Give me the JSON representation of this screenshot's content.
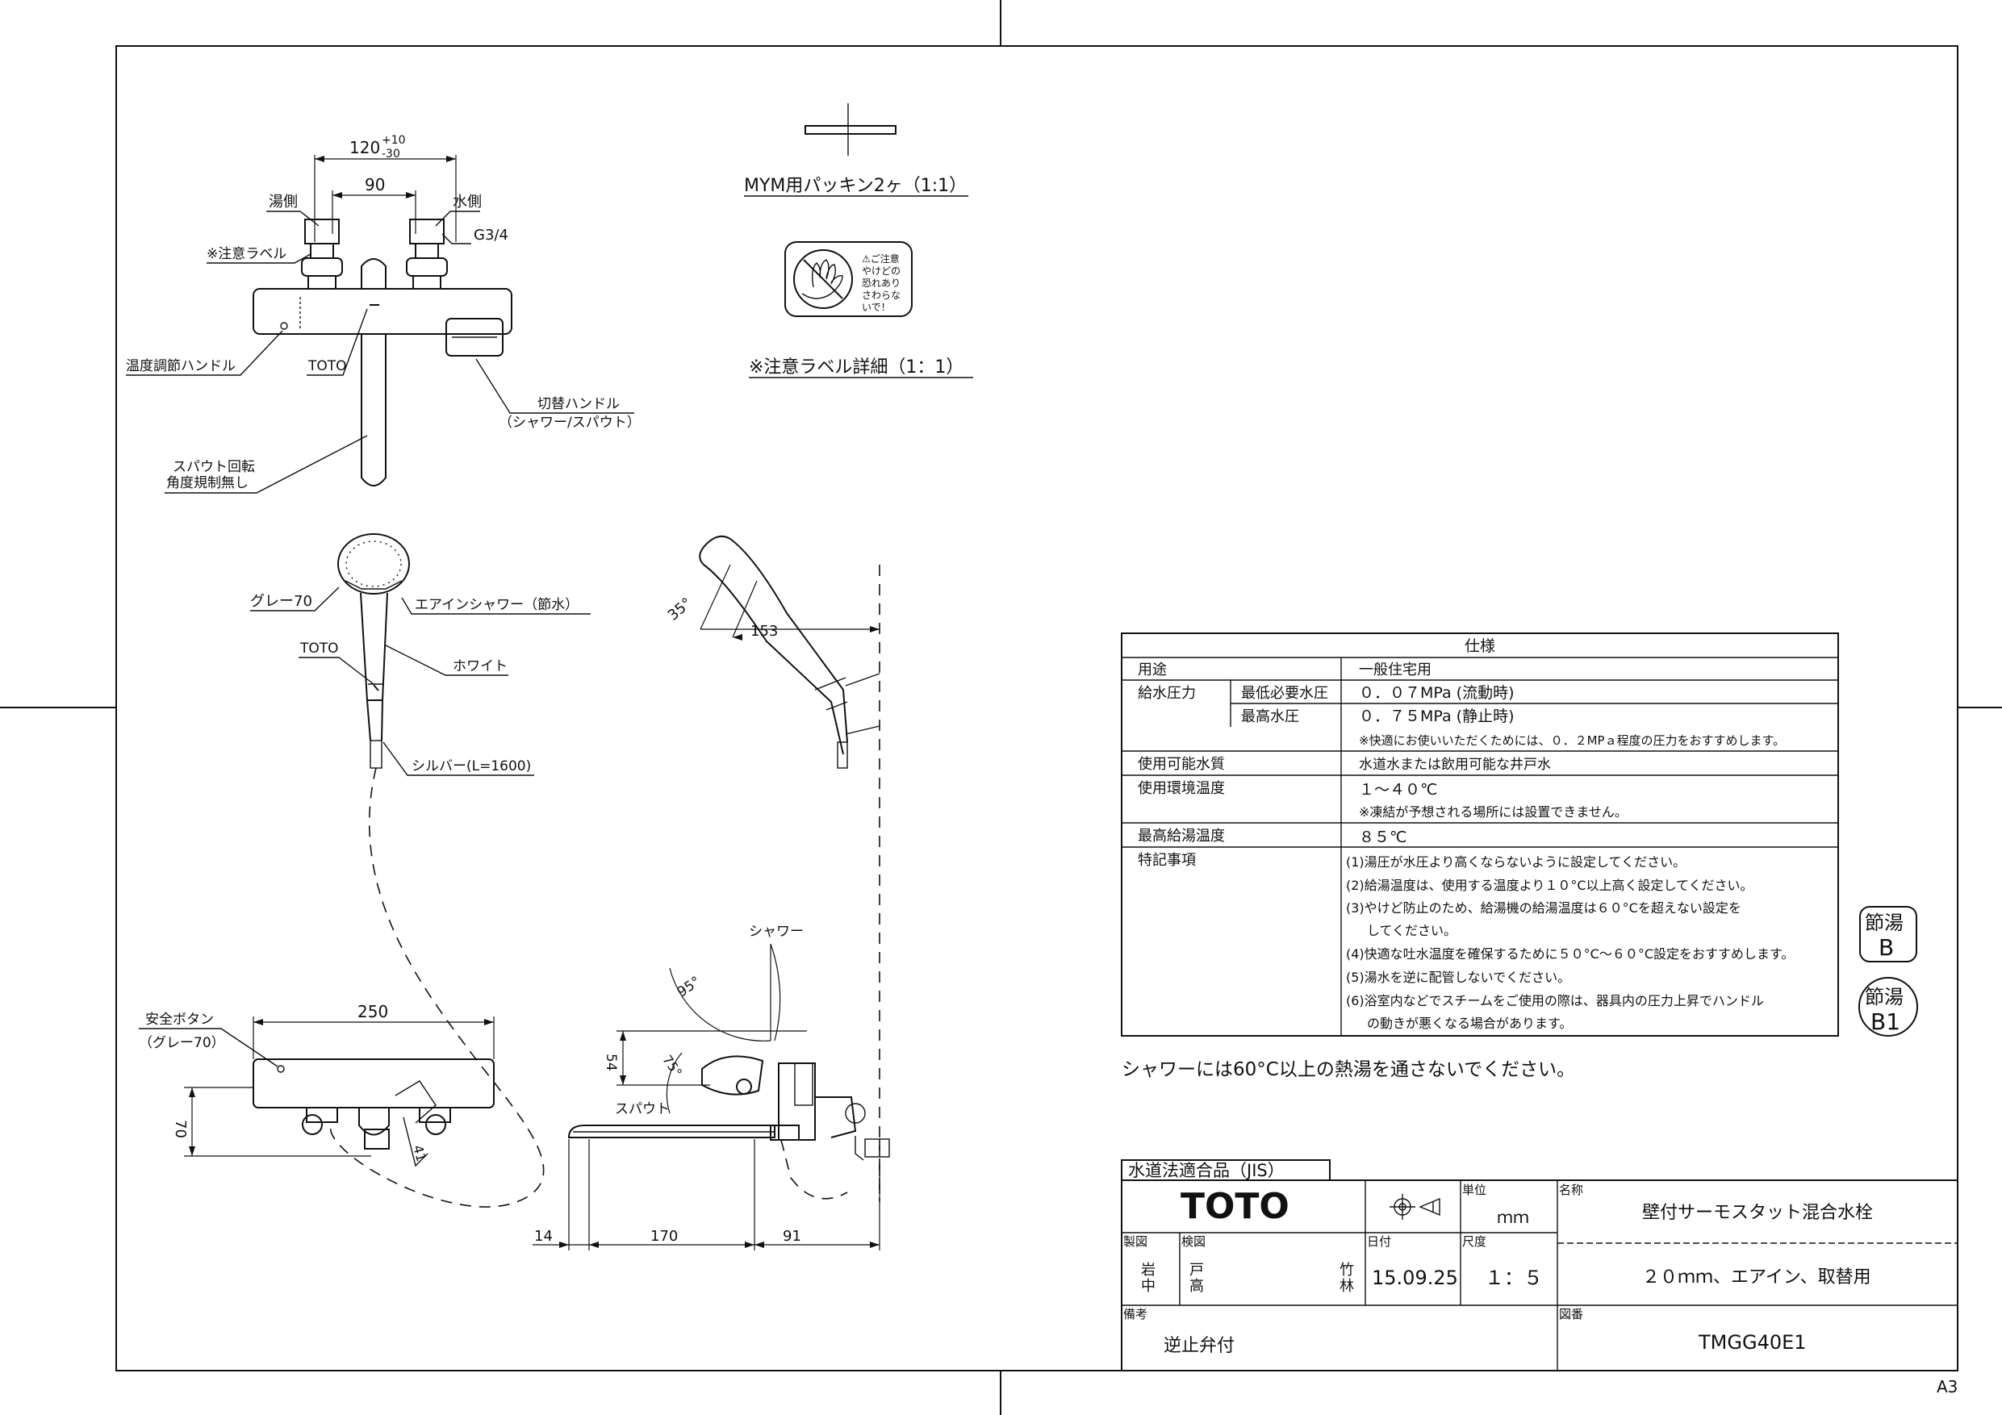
{
  "sheet_size": "A3",
  "top_view": {
    "dim_overall": "120",
    "dim_tol_plus": "+10",
    "dim_tol_minus": "-30",
    "dim_center": "90",
    "hot_side": "湯側",
    "cold_side": "水側",
    "thread": "G3/4",
    "caution_label": "※注意ラベル",
    "temp_handle": "温度調節ハンドル",
    "brand_mark": "TOTO",
    "switch_handle": "切替ハンドル",
    "switch_handle_sub": "（シャワー/スパウト）",
    "spout_note_1": "スパウト回転",
    "spout_note_2": "角度規制無し"
  },
  "packing": {
    "caption": "MYM用パッキン2ヶ（1:1）"
  },
  "caution_sticker": {
    "text_1": "⚠ご注意",
    "text_2": "やけどの",
    "text_3": "恐れあり",
    "text_4": "さわらな",
    "text_5": "いで！",
    "caption": "※注意ラベル詳細（1：1）"
  },
  "shower": {
    "color_gray": "グレー70",
    "airin": "エアインシャワー（節水）",
    "brand_mark": "TOTO",
    "white": "ホワイト",
    "silver": "シルバー(L=1600)",
    "angle": "35°",
    "dim_153": "153"
  },
  "front_view": {
    "safety_button": "安全ボタン",
    "safety_button_sub": "（グレー70）",
    "dim_250": "250",
    "dim_70": "70",
    "dim_41": "41"
  },
  "side_view": {
    "shower_label": "シャワー",
    "angle_95": "95°",
    "angle_75": "75°",
    "spout_label": "スパウト",
    "dim_54": "54",
    "dim_14": "14",
    "dim_170": "170",
    "dim_91": "91"
  },
  "spec_table": {
    "title": "仕様",
    "rows": [
      {
        "label": "用途",
        "sub": "",
        "value": "一般住宅用"
      },
      {
        "label": "給水圧力",
        "sub": "最低必要水圧",
        "value": "０．０７MPa (流動時)"
      },
      {
        "label": "",
        "sub": "最高水圧",
        "value": "０．７５MPa (静止時)"
      },
      {
        "label": "",
        "sub": "",
        "value": "※快適にお使いいただくためには、０．２MPａ程度の圧力をおすすめします。"
      },
      {
        "label": "使用可能水質",
        "sub": "",
        "value": "水道水または飲用可能な井戸水"
      },
      {
        "label": "使用環境温度",
        "sub": "",
        "value": "１～４０℃"
      },
      {
        "label": "",
        "sub": "",
        "value": "※凍結が予想される場所には設置できません。"
      },
      {
        "label": "最高給湯温度",
        "sub": "",
        "value": "８５℃"
      },
      {
        "label": "特記事項",
        "sub": "",
        "value": "(1)湯圧が水圧より高くならないように設定してください。"
      },
      {
        "label": "",
        "sub": "",
        "value": "(2)給湯温度は、使用する温度より１０°C以上高く設定してください。"
      },
      {
        "label": "",
        "sub": "",
        "value": "(3)やけど防止のため、給湯機の給湯温度は６０°Cを超えない設定を"
      },
      {
        "label": "",
        "sub": "",
        "value": "してください。"
      },
      {
        "label": "",
        "sub": "",
        "value": "(4)快適な吐水温度を確保するために５０°C～６０°C設定をおすすめします。"
      },
      {
        "label": "",
        "sub": "",
        "value": "(5)湯水を逆に配管しないでください。"
      },
      {
        "label": "",
        "sub": "",
        "value": "(6)浴室内などでスチームをご使用の際は、器具内の圧力上昇でハンドル"
      },
      {
        "label": "",
        "sub": "",
        "value": "の動きが悪くなる場合があります。"
      }
    ]
  },
  "badges": [
    {
      "top": "節湯",
      "bottom": "B"
    },
    {
      "top": "節湯",
      "bottom": "B1"
    }
  ],
  "warning_note": "シャワーには60°C以上の熱湯を通さないでください。",
  "title_block": {
    "jis": "水道法適合品（JIS）",
    "logo": "TOTO",
    "projection_symbol": "⊕⊲",
    "unit_label": "単位",
    "unit_value": "ｍｍ",
    "name_label": "名称",
    "name_value": "壁付サーモスタット混合水栓",
    "made_label": "製図",
    "made_name_1": "岩",
    "made_name_2": "中",
    "checked_label": "検図",
    "checked_name_1": "戸",
    "checked_name_2": "高",
    "approved_name_1": "竹",
    "approved_name_2": "林",
    "date_label": "日付",
    "date_value": "15.09.25",
    "scale_label": "尺度",
    "scale_value": "１：５",
    "sub_name": "２０ｍｍ、エアイン、取替用",
    "remarks_label": "備考",
    "remarks_value": "逆止弁付",
    "drawing_no_label": "図番",
    "drawing_no_value": "TMGG40E1"
  }
}
